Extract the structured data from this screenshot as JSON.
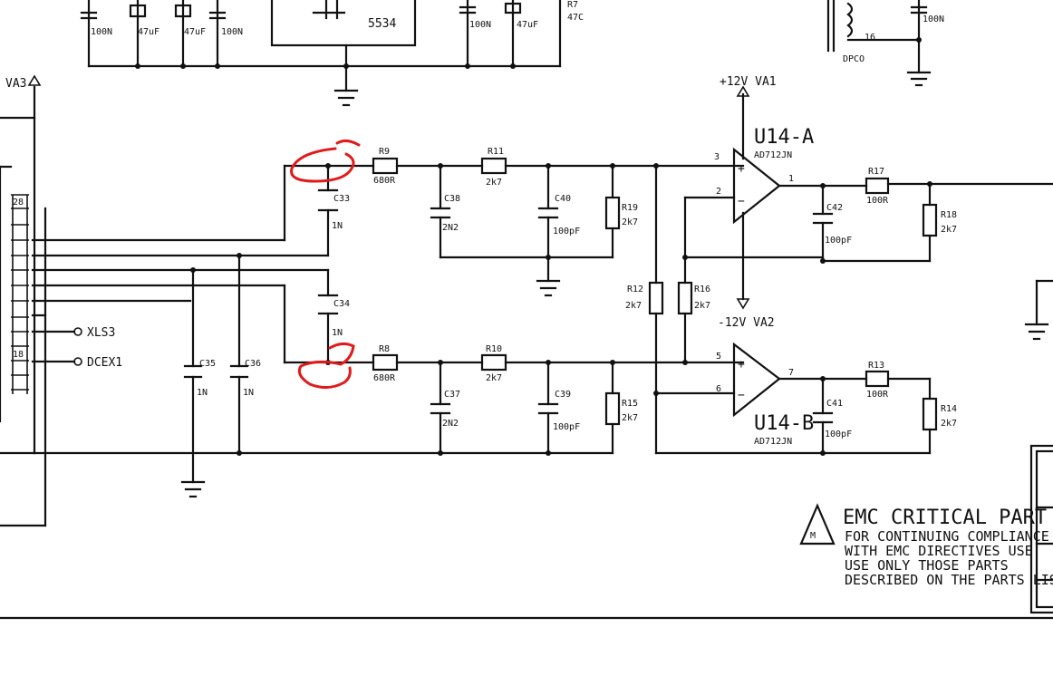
{
  "top_labels": {
    "c_left_1": "100N",
    "c_left_2": "47uF",
    "c_left_3": "47uF",
    "c_left_4": "100N",
    "chip": "5534",
    "c_mid_1": "100N",
    "c_mid_2": "47uF",
    "r7_ref": "R7",
    "r7_val": "47C",
    "transformer_val": "16",
    "transformer_name": "DPCO",
    "c_right": "100N"
  },
  "rails": {
    "left_rail": "VA3",
    "pos_supply": "+12V VA1",
    "neg_supply": "-12V VA2"
  },
  "nets": {
    "net1": "XLS3",
    "net2": "DCEX1"
  },
  "opamps": {
    "a_ref": "U14-A",
    "a_part": "AD712JN",
    "b_ref": "U14-B",
    "b_part": "AD712JN",
    "pin_1": "1",
    "pin_2": "2",
    "pin_3": "3",
    "pin_5": "5",
    "pin_6": "6",
    "pin_7": "7"
  },
  "components": {
    "r9_ref": "R9",
    "r9_val": "680R",
    "r11_ref": "R11",
    "r11_val": "2k7",
    "c38_ref": "C38",
    "c38_val": "2N2",
    "c40_ref": "C40",
    "c40_val": "100pF",
    "r19_ref": "R19",
    "r19_val": "2k7",
    "c33_ref": "C33",
    "c33_val": "1N",
    "c34_ref": "C34",
    "c34_val": "1N",
    "r8_ref": "R8",
    "r8_val": "680R",
    "r10_ref": "R10",
    "r10_val": "2k7",
    "c37_ref": "C37",
    "c37_val": "2N2",
    "c39_ref": "C39",
    "c39_val": "100pF",
    "r15_ref": "R15",
    "r15_val": "2k7",
    "c35_ref": "C35",
    "c35_val": "1N",
    "c36_ref": "C36",
    "c36_val": "1N",
    "r12_ref": "R12",
    "r12_val": "2k7",
    "r16_ref": "R16",
    "r16_val": "2k7",
    "c42_ref": "C42",
    "c42_val": "100pF",
    "r17_ref": "R17",
    "r17_val": "100R",
    "r18_ref": "R18",
    "r18_val": "2k7",
    "c41_ref": "C41",
    "c41_val": "100pF",
    "r13_ref": "R13",
    "r13_val": "100R",
    "r14_ref": "R14",
    "r14_val": "2k7"
  },
  "emc_note": {
    "title": "EMC CRITICAL PART",
    "line1": "FOR CONTINUING COMPLIANCE",
    "line2": "WITH EMC DIRECTIVES USE",
    "line3": "USE ONLY THOSE PARTS",
    "line4": "DESCRIBED ON THE PARTS LIST"
  },
  "annotation_color": "#e01b1b"
}
